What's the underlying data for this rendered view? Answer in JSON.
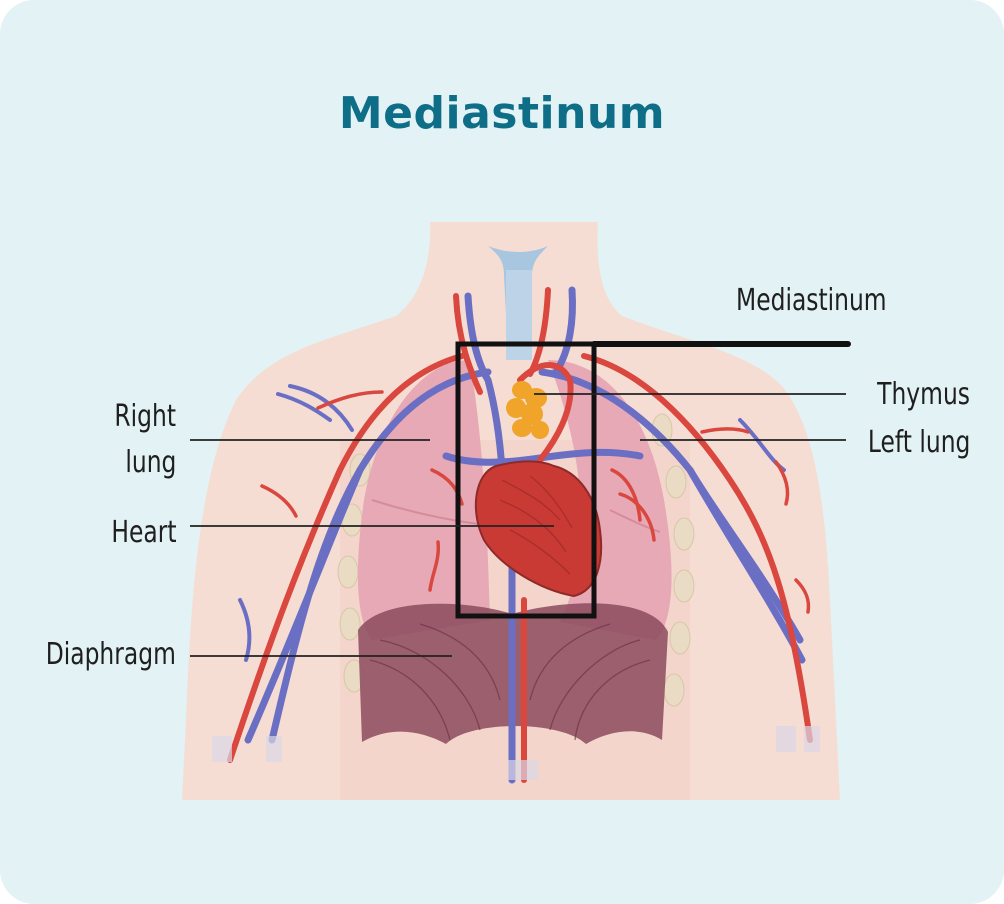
{
  "diagram": {
    "title": "Mediastinum",
    "labels": {
      "mediastinum": "Mediastinum",
      "thymus": "Thymus",
      "left_lung": "Left lung",
      "right_lung_line1": "Right",
      "right_lung_line2": "lung",
      "heart": "Heart",
      "diaphragm": "Diaphragm"
    },
    "colors": {
      "background": "#e2f2f5",
      "title": "#0f6e87",
      "skin": "#f6ddd3",
      "lung": "#e7a9b5",
      "artery": "#d9473f",
      "vein": "#6a6fc4",
      "heart": "#c93a35",
      "thymus": "#f0a42a",
      "diaphragm": "#8c4a5e",
      "trachea": "#a9c6e0"
    }
  }
}
